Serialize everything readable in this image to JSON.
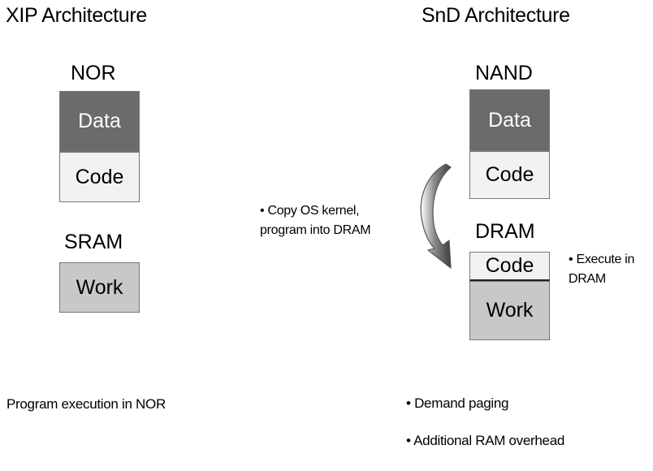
{
  "xip": {
    "title": "XIP Architecture",
    "nor_label": "NOR",
    "nor_blocks": [
      "Data",
      "Code"
    ],
    "sram_label": "SRAM",
    "sram_blocks": [
      "Work"
    ],
    "footer": "Program execution in NOR"
  },
  "snd": {
    "title": "SnD Architecture",
    "nand_label": "NAND",
    "nand_blocks": [
      "Data",
      "Code"
    ],
    "dram_label": "DRAM",
    "dram_blocks": [
      "Code",
      "Work"
    ],
    "copy_note": [
      "• Copy OS kernel,",
      "program into DRAM"
    ],
    "execute_note": [
      "• Execute in",
      "DRAM"
    ],
    "bullets": [
      "• Demand paging",
      "• Additional RAM overhead"
    ]
  },
  "colors": {
    "data_block": "#6b6b6b",
    "code_block": "#f2f2f2",
    "work_block": "#c8c8c8",
    "arrow": "#555555"
  }
}
